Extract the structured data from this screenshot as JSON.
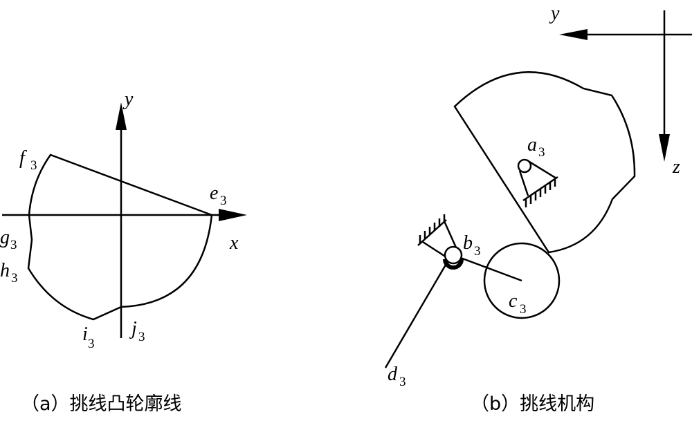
{
  "figure_a": {
    "caption": "（a）挑线凸轮廓线",
    "axis_x": "x",
    "axis_y": "y",
    "points": {
      "e": {
        "main": "e",
        "sub": "3"
      },
      "f": {
        "main": "f",
        "sub": "3"
      },
      "g": {
        "main": "g",
        "sub": "3"
      },
      "h": {
        "main": "h",
        "sub": "3"
      },
      "i": {
        "main": "i",
        "sub": "3"
      },
      "j": {
        "main": "j",
        "sub": "3"
      }
    }
  },
  "figure_b": {
    "caption": "（b）挑线机构",
    "axis_y": "y",
    "axis_z": "z",
    "points": {
      "a": {
        "main": "a",
        "sub": "3"
      },
      "b": {
        "main": "b",
        "sub": "3"
      },
      "c": {
        "main": "c",
        "sub": "3"
      },
      "d": {
        "main": "d",
        "sub": "3"
      }
    }
  }
}
